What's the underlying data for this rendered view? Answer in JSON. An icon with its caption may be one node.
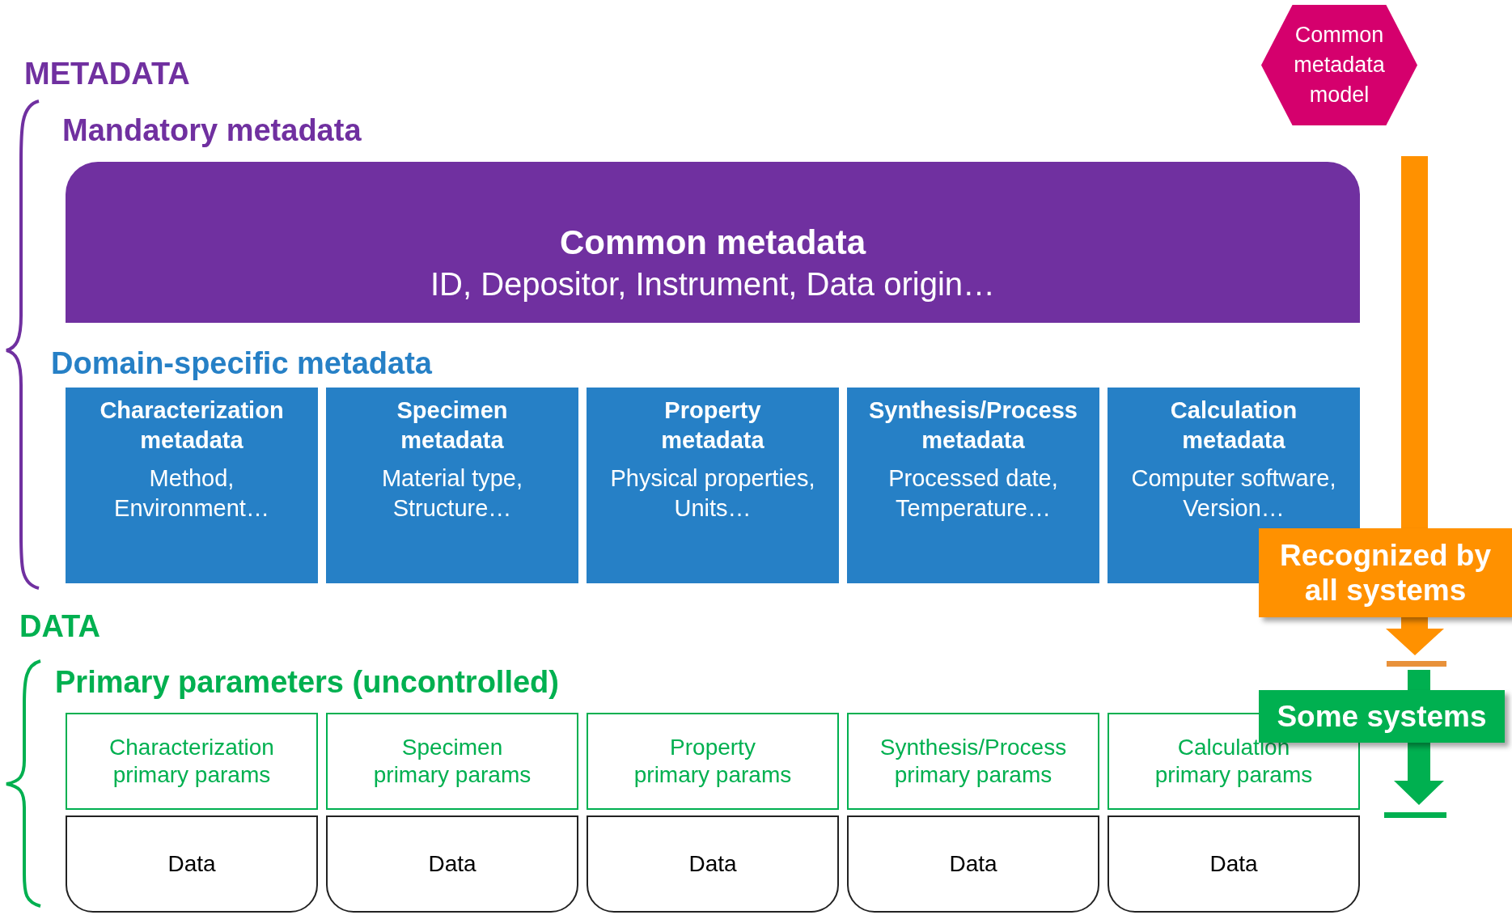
{
  "diagram": {
    "nodes": [
      {
        "text": [
          "Common metadata model"
        ]
      },
      {
        "text": [
          "Common metadata",
          "ID, Depositor, Instrument, Data origin…"
        ]
      },
      {
        "text": [
          "Characterization metadata",
          "Method, Environment…"
        ]
      },
      {
        "text": [
          "Specimen metadata",
          "Material type, Structure…"
        ]
      },
      {
        "text": [
          "Property metadata",
          "Physical properties, Units…"
        ]
      },
      {
        "text": [
          "Synthesis/Process metadata",
          "Processed date, Temperature…"
        ]
      },
      {
        "text": [
          "Calculation metadata",
          "Computer software, Version…"
        ]
      },
      {
        "text": [
          "Characterization primary params"
        ]
      },
      {
        "text": [
          "Specimen primary params"
        ]
      },
      {
        "text": [
          "Property primary params"
        ]
      },
      {
        "text": [
          "Synthesis/Process primary params"
        ]
      },
      {
        "text": [
          "Calculation primary params"
        ]
      },
      {
        "text": [
          "Data"
        ]
      },
      {
        "text": [
          "Data"
        ]
      },
      {
        "text": [
          "Data"
        ]
      },
      {
        "text": [
          "Data"
        ]
      },
      {
        "text": [
          "Data"
        ]
      },
      {
        "text": [
          "Recognized by all systems"
        ]
      },
      {
        "text": [
          "Some systems"
        ]
      }
    ],
    "labels": [
      "METADATA",
      "Mandatory metadata",
      "Domain-specific metadata",
      "DATA",
      "Primary parameters (uncontrolled)"
    ]
  }
}
